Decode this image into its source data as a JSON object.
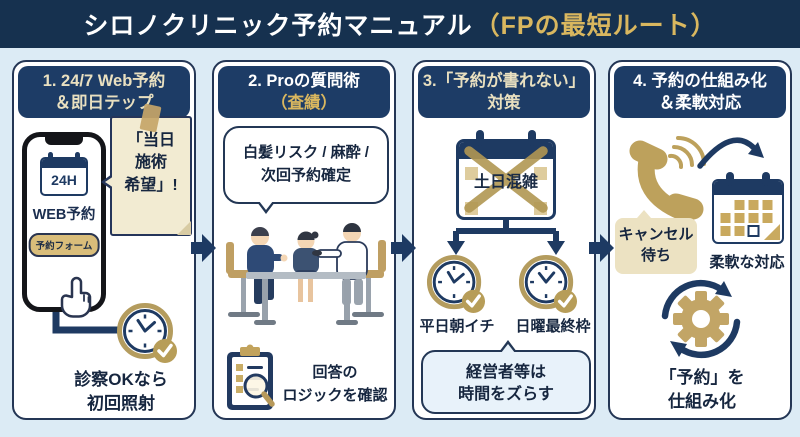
{
  "title": {
    "main": "シロノクリニック予約マニュアル",
    "highlight": "（FPの最短ルート）"
  },
  "colors": {
    "background": "#dcebf5",
    "title_bar": "#16314f",
    "card_header": "#1d3c66",
    "navy": "#1e3a62",
    "gold": "#b79d58",
    "cream": "#f2ebd2",
    "bubble_blue": "#e8f2fa",
    "header_text_cream": "#e9e0c0",
    "header_text_gold": "#d9b75f"
  },
  "icons": [
    "smartphone-icon",
    "calendar-24h-icon",
    "hand-cursor-icon",
    "sticky-note-icon",
    "tape-icon",
    "clock-check-icon",
    "l-arrow-icon",
    "speech-bubble-icon",
    "meeting-illustration",
    "clipboard-magnifier-icon",
    "calendar-crossed-icon",
    "branch-arrow-icon",
    "tip-bubble-icon",
    "phone-handset-icon",
    "signal-waves-icon",
    "curved-arrow-icon",
    "calendar-grid-icon",
    "gear-cycle-icon",
    "step-arrow-icon"
  ],
  "columns": [
    {
      "header": {
        "line1": "1. 24/7 Web予約",
        "line2": "＆即日テップ"
      },
      "phone": {
        "badge": "24H",
        "app_label": "WEB予約",
        "button": "予約フォーム"
      },
      "note": {
        "line1": "「当日",
        "line2": "施術",
        "line3": "希望」!"
      },
      "outcome": {
        "line1": "診察OKなら",
        "line2": "初回照射"
      }
    },
    {
      "header": {
        "line1": "2. Proの質問術",
        "line2": "（査績）"
      },
      "bubble": {
        "line1": "白髪リスク / 麻酔 /",
        "line2": "次回予約確定"
      },
      "check": {
        "line1": "回答の",
        "line2": "ロジックを確認"
      }
    },
    {
      "header": {
        "line1": "3.「予約が書れない」",
        "line2": "対策"
      },
      "crossed_label": "土日混雑",
      "slots": [
        {
          "label": "平日朝イチ"
        },
        {
          "label": "日曜最終枠"
        }
      ],
      "tip": {
        "line1": "経営者等は",
        "line2": "時間をズらす"
      }
    },
    {
      "header": {
        "line1": "4. 予約の仕組み化",
        "line2": "＆柔軟対応"
      },
      "wait": {
        "line1": "キャンセル",
        "line2": "待ち"
      },
      "flexible_label": "柔軟な対応",
      "system": {
        "line1": "「予約」を",
        "line2": "仕組み化"
      }
    }
  ]
}
